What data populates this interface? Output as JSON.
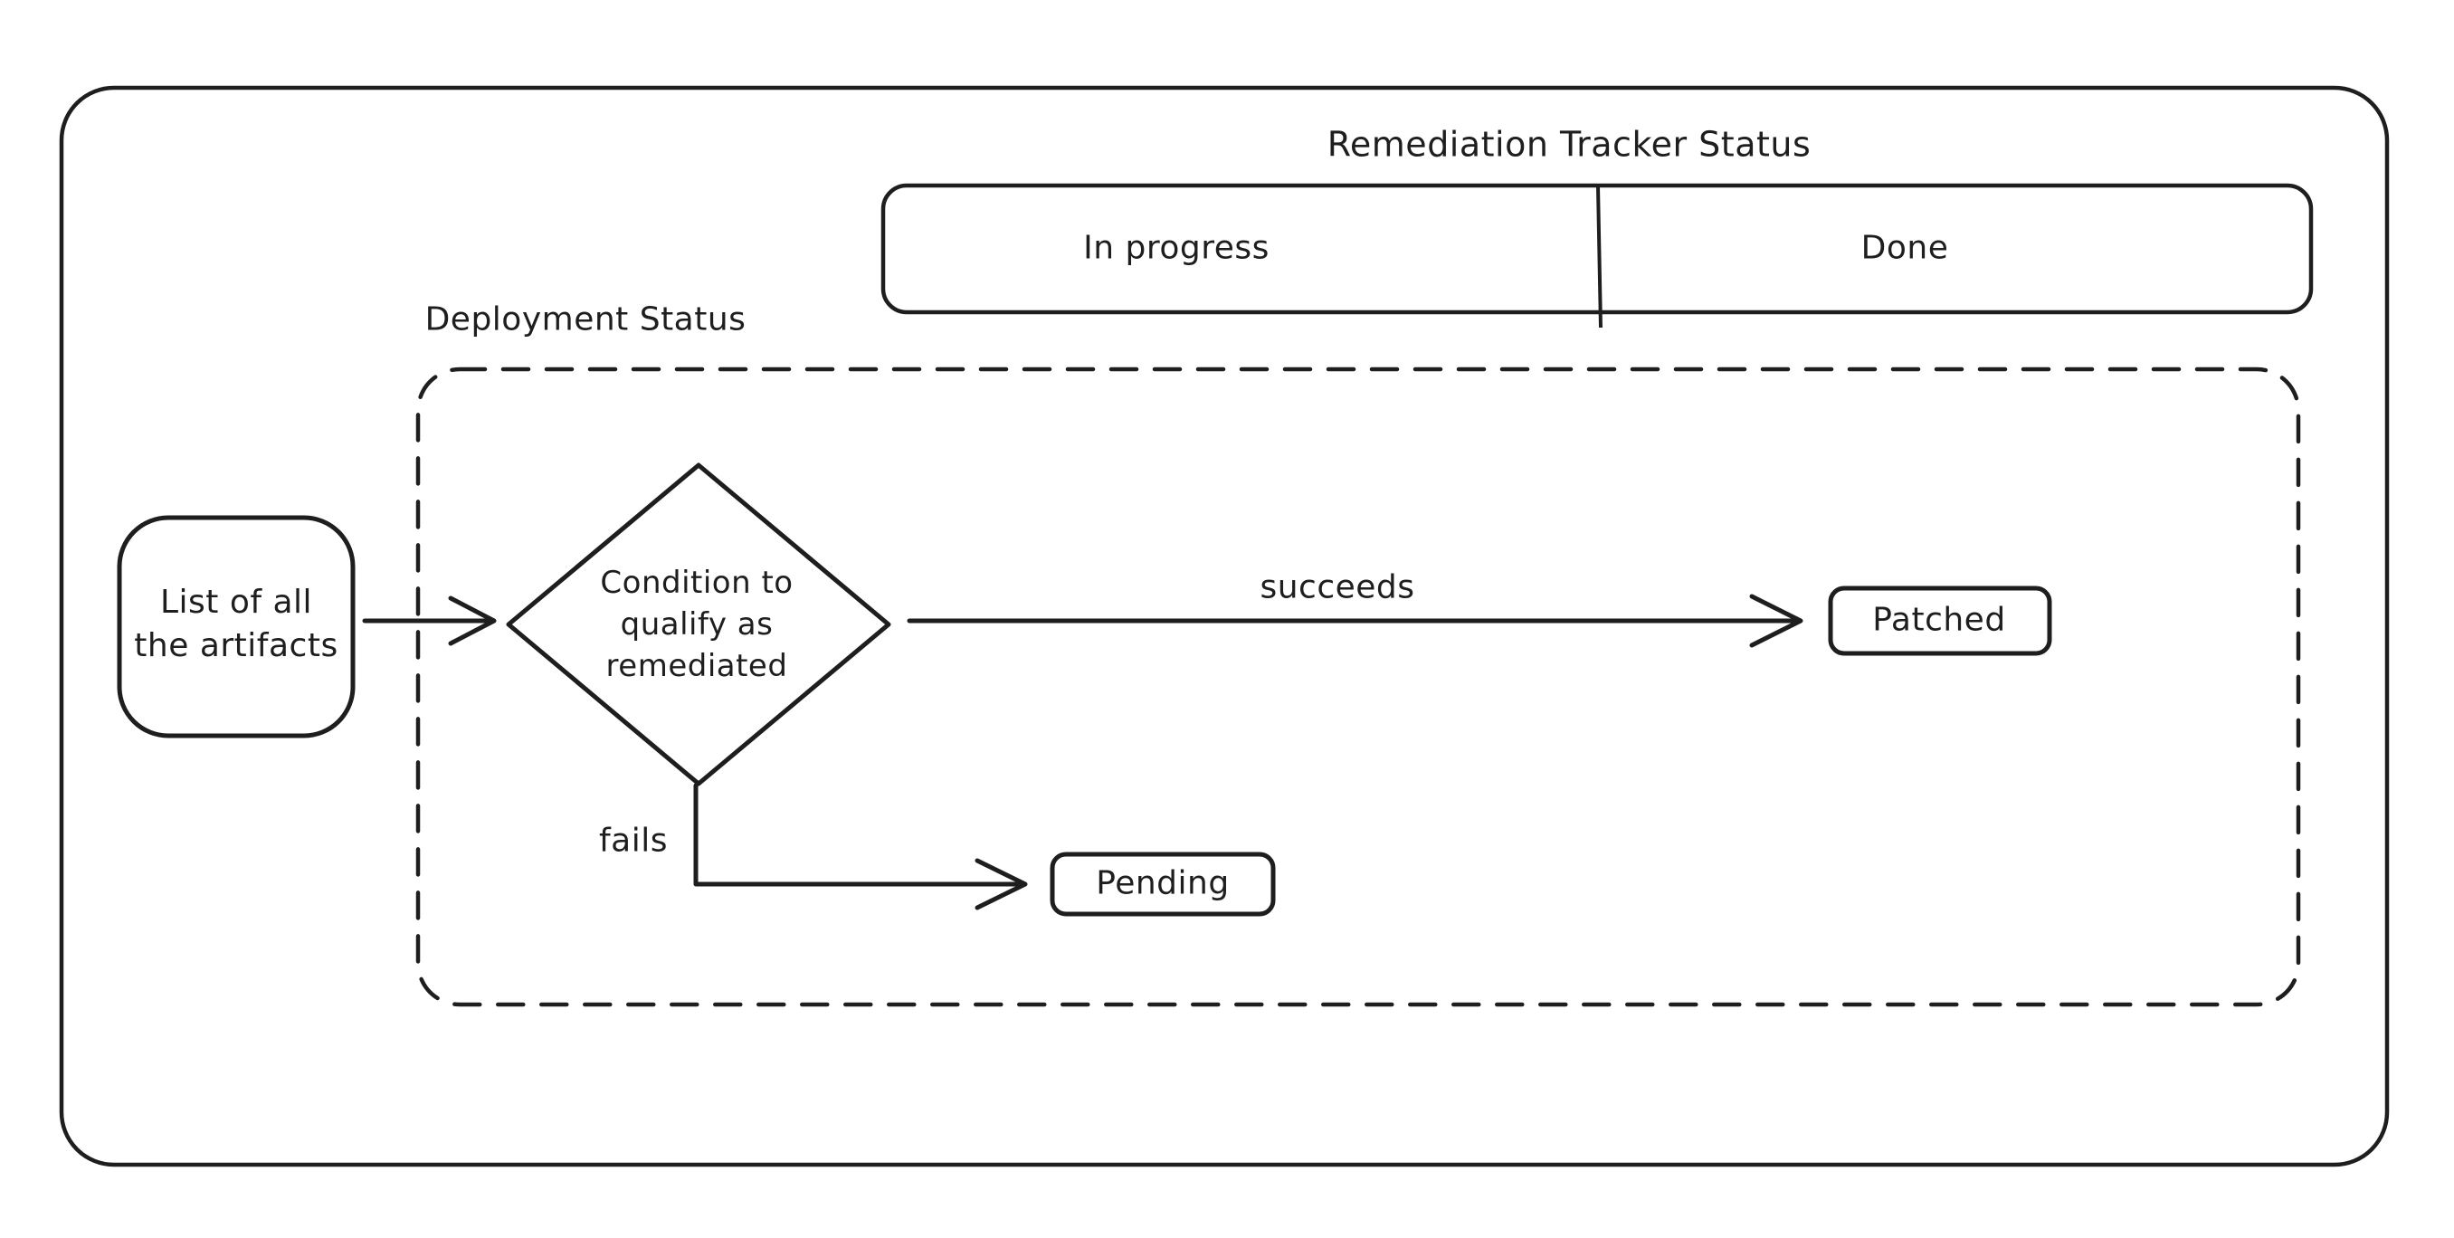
{
  "diagram": {
    "background": "#ffffff",
    "stroke_color": "#1e1e1e",
    "tracker": {
      "title": "Remediation Tracker Status",
      "cells": [
        {
          "label": "In progress"
        },
        {
          "label": "Done"
        }
      ]
    },
    "deployment": {
      "label": "Deployment Status",
      "artifacts_node": "List of all\nthe artifacts",
      "condition_node": "Condition to\nqualify as\nremediated",
      "patched_node": "Patched",
      "pending_node": "Pending",
      "succeeds_label": "succeeds",
      "fails_label": "fails"
    }
  }
}
